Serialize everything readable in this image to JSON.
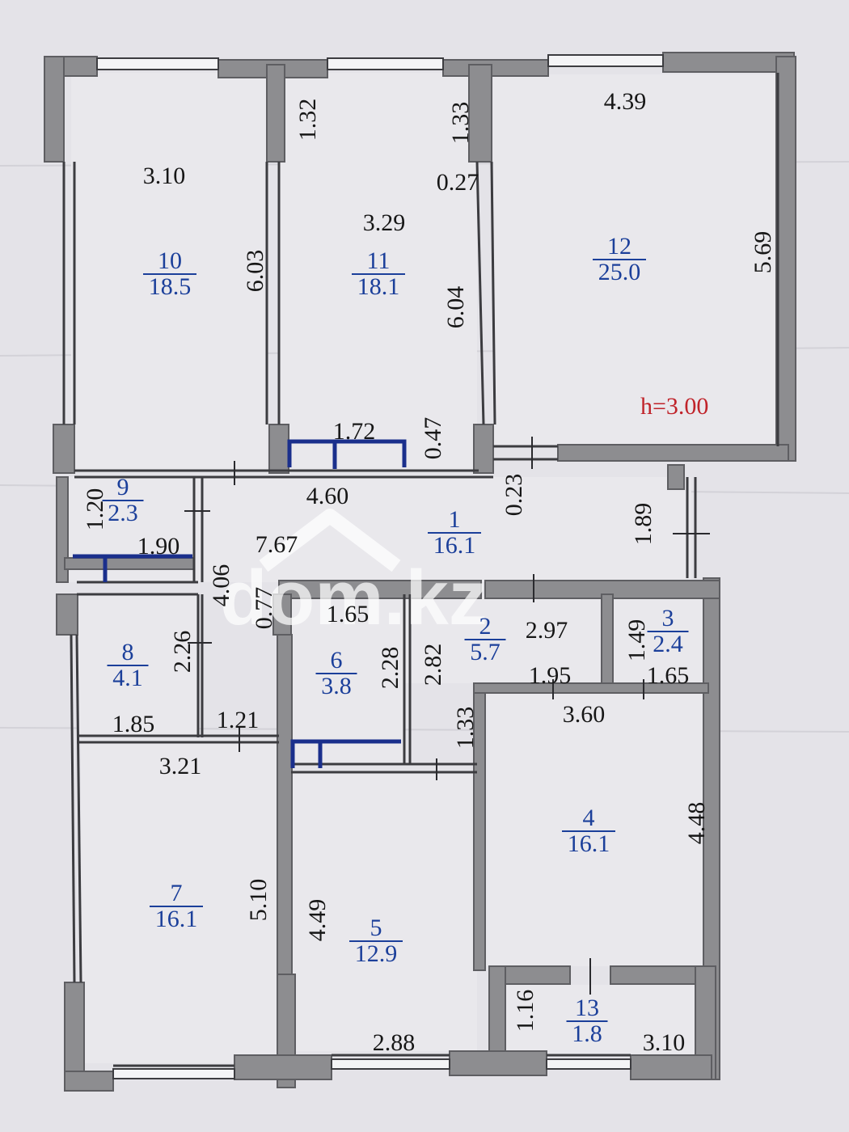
{
  "colors": {
    "background": "#e4e3e8",
    "wall": "#8d8d90",
    "wall_edge": "#5e5e62",
    "room_label": "#1b3f9a",
    "dimension_text": "#161616",
    "ceiling_text": "#c0232a",
    "watermark": "#ffffff"
  },
  "ceiling_height_label": "h=3.00",
  "watermark": {
    "text": "dom.kz",
    "icon": "house-roof-icon"
  },
  "rooms": [
    {
      "number": "1",
      "area": "16.1"
    },
    {
      "number": "2",
      "area": "5.7"
    },
    {
      "number": "3",
      "area": "2.4"
    },
    {
      "number": "4",
      "area": "16.1"
    },
    {
      "number": "5",
      "area": "12.9"
    },
    {
      "number": "6",
      "area": "3.8"
    },
    {
      "number": "7",
      "area": "16.1"
    },
    {
      "number": "8",
      "area": "4.1"
    },
    {
      "number": "9",
      "area": "2.3"
    },
    {
      "number": "10",
      "area": "18.5"
    },
    {
      "number": "11",
      "area": "18.1"
    },
    {
      "number": "12",
      "area": "25.0"
    },
    {
      "number": "13",
      "area": "1.8"
    }
  ],
  "dimensions": [
    "3.10",
    "6.03",
    "1.32",
    "1.33",
    "0.27",
    "3.29",
    "6.04",
    "4.39",
    "5.69",
    "1.72",
    "0.47",
    "4.60",
    "0.23",
    "1.89",
    "7.67",
    "1.20",
    "1.90",
    "4.06",
    "0.77",
    "1.65",
    "2.26",
    "1.85",
    "1.21",
    "2.28",
    "2.82",
    "2.97",
    "1.95",
    "1.49",
    "1.65",
    "3.60",
    "1.33",
    "3.21",
    "5.10",
    "4.49",
    "2.88",
    "4.48",
    "1.16",
    "3.10"
  ]
}
